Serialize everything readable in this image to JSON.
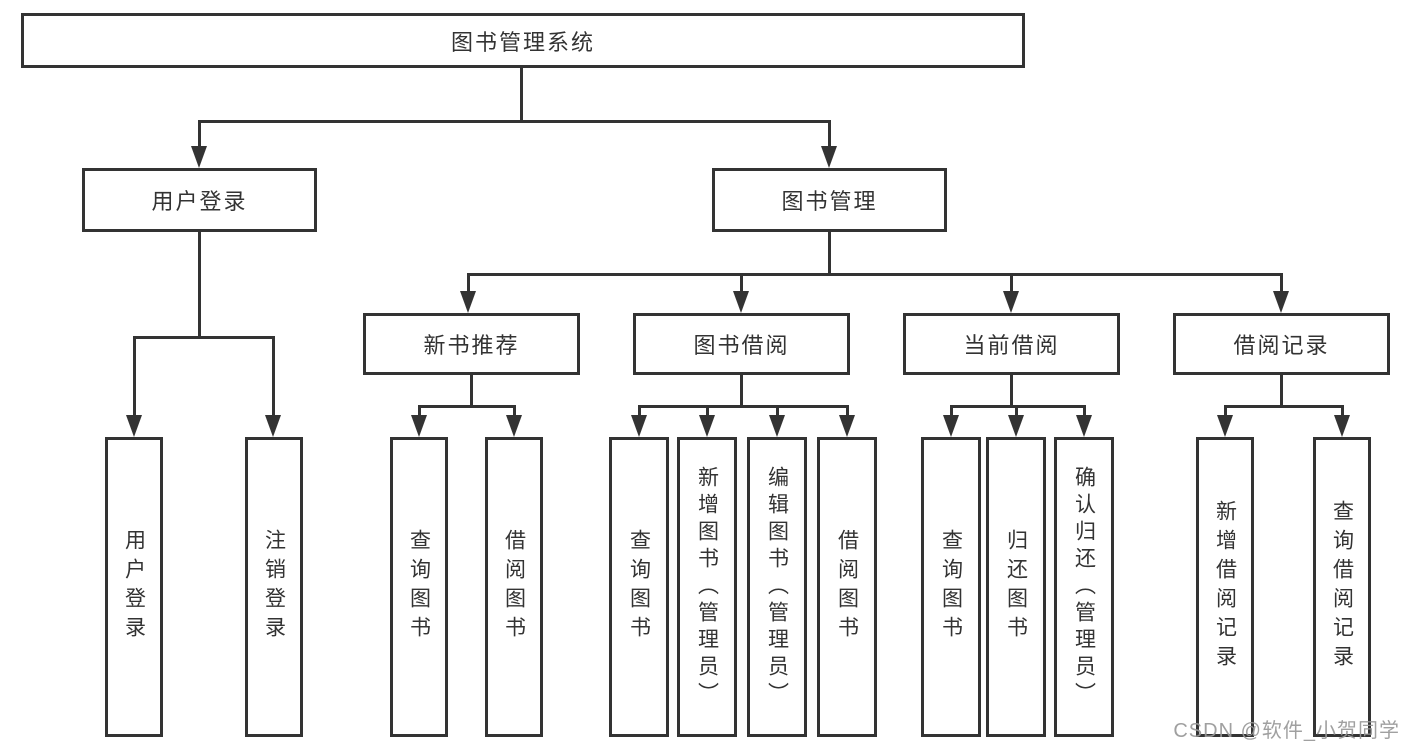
{
  "diagram": {
    "title": "图书管理系统",
    "root": {
      "label": "图书管理系统"
    },
    "level2": {
      "user_login": {
        "label": "用户登录"
      },
      "book_mgmt": {
        "label": "图书管理"
      }
    },
    "level3": {
      "new_books": {
        "label": "新书推荐"
      },
      "book_borrow": {
        "label": "图书借阅"
      },
      "current_borrow": {
        "label": "当前借阅"
      },
      "borrow_records": {
        "label": "借阅记录"
      }
    },
    "leaves": {
      "user_login": [
        "用户登录",
        "注销登录"
      ],
      "new_books": [
        "查询图书",
        "借阅图书"
      ],
      "book_borrow": [
        "查询图书",
        "新增图书（管理员）",
        "编辑图书（管理员）",
        "借阅图书"
      ],
      "current_borrow": [
        "查询图书",
        "归还图书",
        "确认归还（管理员）"
      ],
      "borrow_records": [
        "新增借阅记录",
        "查询借阅记录"
      ]
    }
  },
  "watermark": {
    "text": "CSDN @软件_小贺同学"
  },
  "colors": {
    "line": "#333333",
    "text": "#333333",
    "background": "#ffffff",
    "watermark": "#989898"
  }
}
